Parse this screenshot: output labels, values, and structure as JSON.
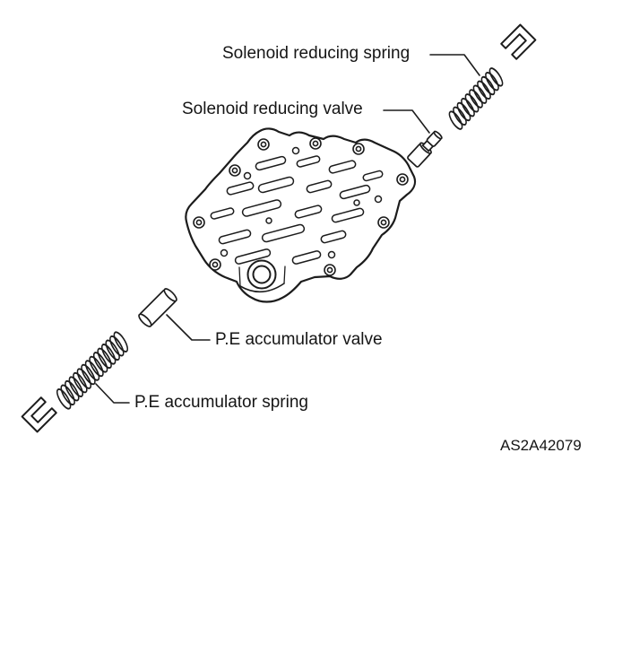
{
  "figure": {
    "code": "AS2A42079",
    "labels": {
      "solenoid_reducing_spring": "Solenoid reducing spring",
      "solenoid_reducing_valve": "Solenoid reducing valve",
      "pe_accumulator_valve": "P.E accumulator valve",
      "pe_accumulator_spring": "P.E accumulator spring"
    },
    "parts": [
      "retainer-clip-top-right",
      "solenoid-reducing-spring",
      "solenoid-reducing-valve",
      "valve-body",
      "pe-accumulator-valve",
      "pe-accumulator-spring",
      "retainer-clip-bottom-left"
    ],
    "colors": {
      "line": "#1c1c1c",
      "background": "#ffffff",
      "text": "#151515"
    }
  }
}
